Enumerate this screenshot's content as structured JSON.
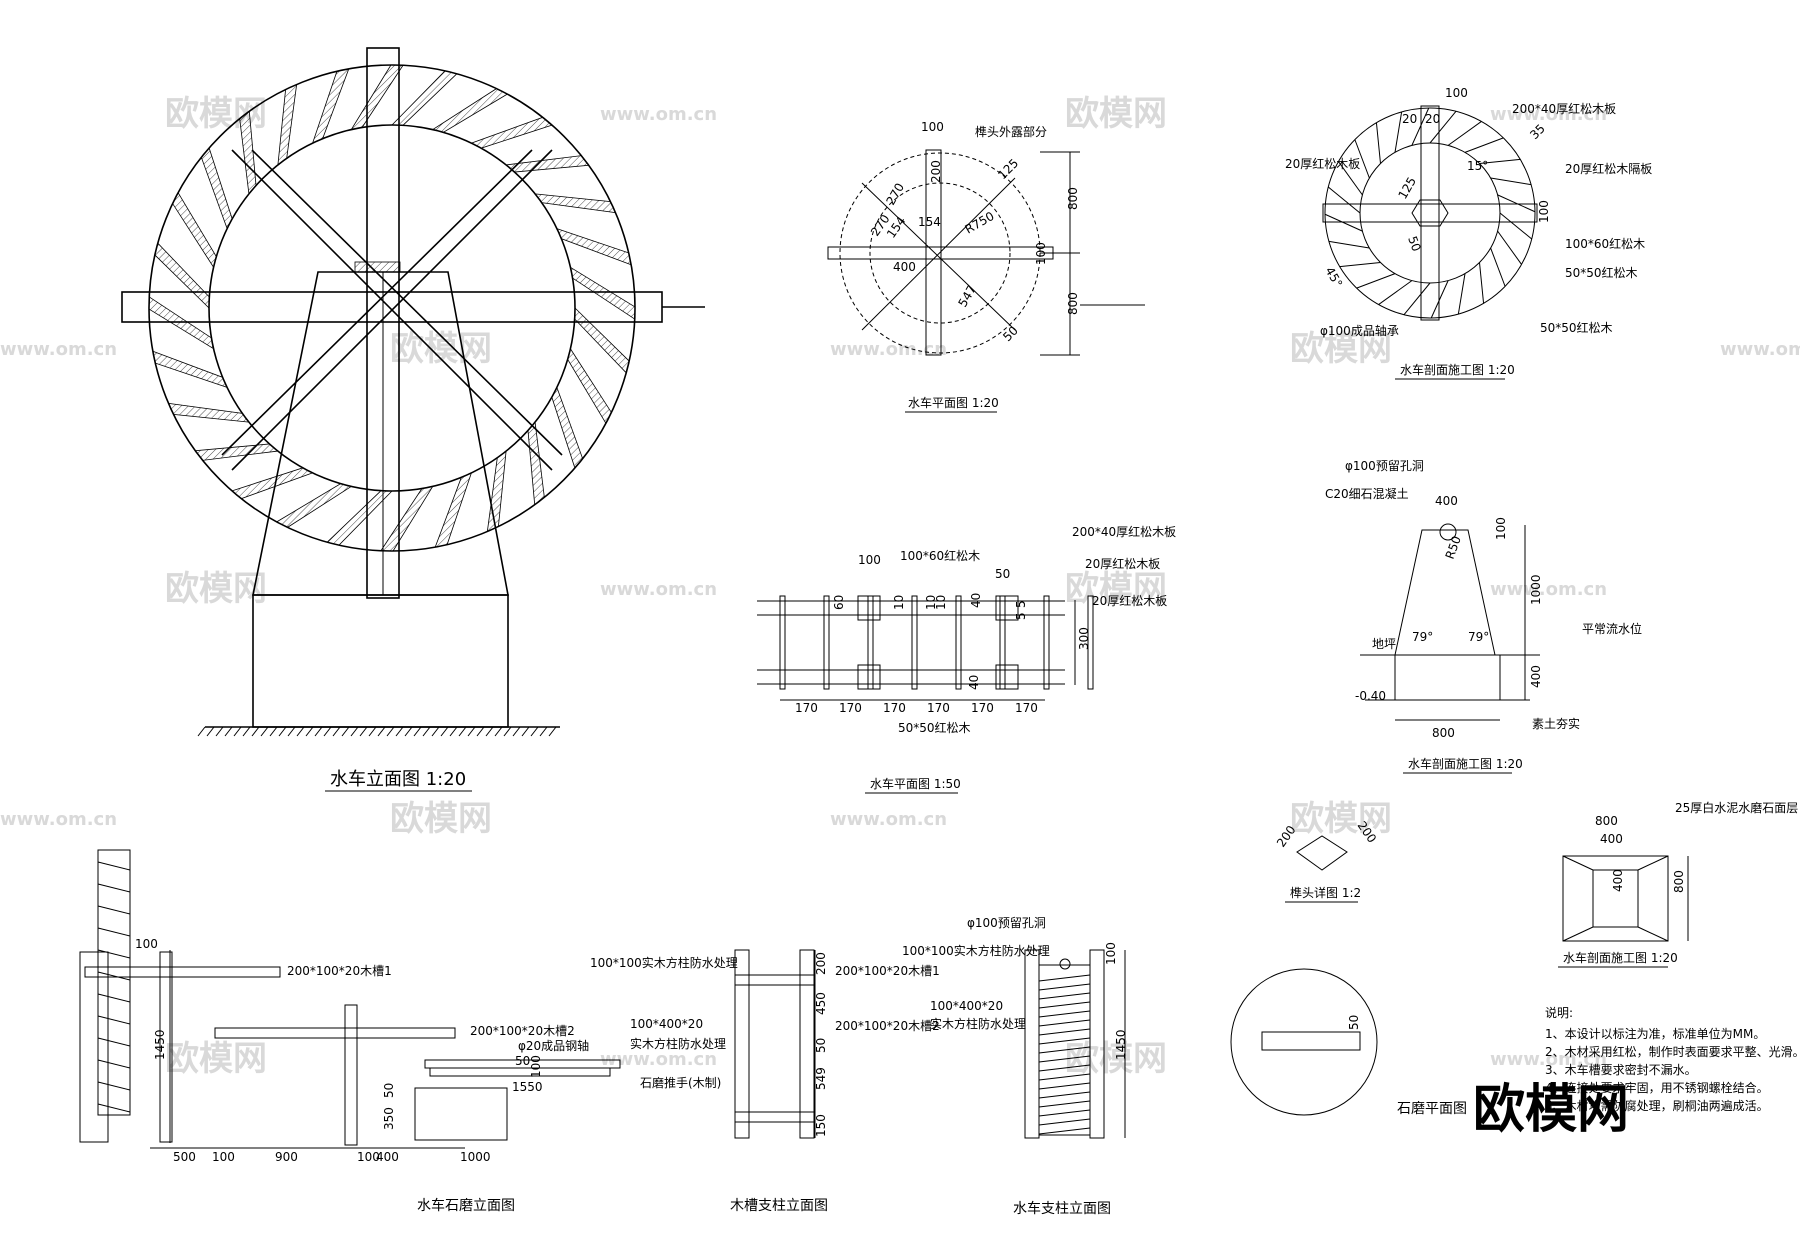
{
  "watermark": {
    "brand": "欧模网",
    "site": "www.om.cn"
  },
  "titles": {
    "elevation": "水车立面图   1:20",
    "plan20": "水车平面图  1:20",
    "section_top": "水车剖面施工图  1:20",
    "plan50": "水车平面图  1:50",
    "section_base": "水车剖面施工图  1:20",
    "tenon": "榫头详图  1:2",
    "section_small": "水车剖面施工图  1:20",
    "millstone_elev": "水车石磨立面图",
    "trough_post": "木槽支柱立面图",
    "wheel_post": "水车支柱立面图",
    "millstone_plan": "石磨平面图"
  },
  "plan20": {
    "labels": [
      "100",
      "榫头外露部分",
      "200",
      "125",
      "270",
      "270",
      "154",
      "154",
      "R750",
      "400",
      "547",
      "50",
      "800",
      "100",
      "800"
    ]
  },
  "section_top": {
    "labels": [
      "100",
      "20",
      "20",
      "200*40厚红松木板",
      "20厚红松木板",
      "20厚红松木隔板",
      "35",
      "15°",
      "125",
      "50",
      "45°",
      "100*60红松木",
      "100",
      "50*50红松木",
      "φ100成品轴承",
      "50*50红松木"
    ]
  },
  "plan50": {
    "labels": [
      "100",
      "100*60红松木",
      "200*40厚红松木板",
      "20厚红松木板",
      "20厚红松木板",
      "50",
      "60",
      "10",
      "10",
      "10",
      "40",
      "5",
      "5",
      "300",
      "40",
      "50*50红松木"
    ],
    "spans": [
      "170",
      "170",
      "170",
      "170",
      "170",
      "170"
    ]
  },
  "section_base": {
    "labels": [
      "φ100预留孔洞",
      "C20细石混凝土",
      "400",
      "100",
      "R50",
      "1000",
      "地坪",
      "79°",
      "79°",
      "平常流水位",
      "-0.40",
      "400",
      "800",
      "素土夯实"
    ]
  },
  "tenon": {
    "labels": [
      "200",
      "200"
    ]
  },
  "section_small": {
    "labels": [
      "800",
      "400",
      "25厚白水泥水磨石面层",
      "400",
      "800"
    ]
  },
  "millstone_elev": {
    "labels": [
      "100",
      "200*100*20木槽1",
      "1450",
      "200*100*20木槽2",
      "φ20成品钢轴",
      "50",
      "100",
      "1550",
      "50",
      "石磨推手(木制)",
      "350"
    ],
    "dims": [
      "500",
      "100",
      "900",
      "100",
      "400",
      "1000"
    ]
  },
  "trough_post": {
    "labels": [
      "100*100实木方柱防水处理",
      "200*100*20木槽1",
      "100*400*20",
      "实木方柱防水处理",
      "200*100*20木槽2",
      "200",
      "450",
      "50",
      "549",
      "150"
    ]
  },
  "wheel_post": {
    "labels": [
      "φ100预留孔洞",
      "100*100实木方柱防水处理",
      "100*400*20",
      "实木方柱防水处理",
      "100",
      "1450"
    ]
  },
  "millstone_plan": {
    "labels": [
      "50"
    ]
  },
  "notes": {
    "heading": "说明:",
    "items": [
      "1、本设计以标注为准，标准单位为MM。",
      "2、木材采用红松，制作时表面要求平整、光滑。",
      "3、木车槽要求密封不漏水。",
      "4、连接处要求牢固，用不锈钢螺栓结合。",
      "5、木材均需防腐处理，刷桐油两遍成活。"
    ]
  }
}
